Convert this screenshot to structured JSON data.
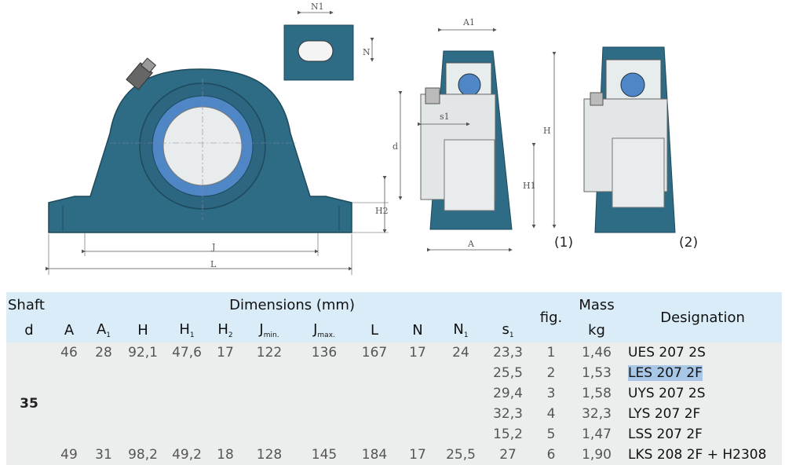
{
  "drawing": {
    "dim_labels": {
      "N1": "N1",
      "N": "N",
      "A1": "A1",
      "s1": "s1",
      "d": "d",
      "H": "H",
      "H1": "H1",
      "H2": "H2",
      "J": "J",
      "L": "L",
      "A": "A"
    },
    "fig1": "(1)",
    "fig2": "(2)"
  },
  "table": {
    "header": {
      "shaft": "Shaft",
      "dimensions": "Dimensions (mm)",
      "fig": "fig.",
      "mass": "Mass",
      "designation": "Designation",
      "d": "d",
      "A": "A",
      "A1_main": "A",
      "A1_sub": "1",
      "H": "H",
      "H1_main": "H",
      "H1_sub": "1",
      "H2_main": "H",
      "H2_sub": "2",
      "Jmin_main": "J",
      "Jmin_sub": "min.",
      "Jmax_main": "J",
      "Jmax_sub": "max.",
      "L": "L",
      "N": "N",
      "N1_main": "N",
      "N1_sub": "1",
      "s1_main": "s",
      "s1_sub": "1",
      "kg": "kg"
    },
    "shaft_d": "35",
    "rows": [
      {
        "A": "46",
        "A1": "28",
        "H": "92,1",
        "H1": "47,6",
        "H2": "17",
        "Jmin": "122",
        "Jmax": "136",
        "L": "167",
        "N": "17",
        "N1": "24",
        "s1": "23,3",
        "fig": "1",
        "mass": "1,46",
        "designation": "UES 207 2S"
      },
      {
        "A": "",
        "A1": "",
        "H": "",
        "H1": "",
        "H2": "",
        "Jmin": "",
        "Jmax": "",
        "L": "",
        "N": "",
        "N1": "",
        "s1": "25,5",
        "fig": "2",
        "mass": "1,53",
        "designation": "LES 207 2F"
      },
      {
        "A": "",
        "A1": "",
        "H": "",
        "H1": "",
        "H2": "",
        "Jmin": "",
        "Jmax": "",
        "L": "",
        "N": "",
        "N1": "",
        "s1": "29,4",
        "fig": "3",
        "mass": "1,58",
        "designation": "UYS 207 2S"
      },
      {
        "A": "",
        "A1": "",
        "H": "",
        "H1": "",
        "H2": "",
        "Jmin": "",
        "Jmax": "",
        "L": "",
        "N": "",
        "N1": "",
        "s1": "32,3",
        "fig": "4",
        "mass": "32,3",
        "designation": "LYS 207 2F"
      },
      {
        "A": "",
        "A1": "",
        "H": "",
        "H1": "",
        "H2": "",
        "Jmin": "",
        "Jmax": "",
        "L": "",
        "N": "",
        "N1": "",
        "s1": "15,2",
        "fig": "5",
        "mass": "1,47",
        "designation": "LSS 207 2F"
      },
      {
        "A": "49",
        "A1": "31",
        "H": "98,2",
        "H1": "49,2",
        "H2": "18",
        "Jmin": "128",
        "Jmax": "145",
        "L": "184",
        "N": "17",
        "N1": "25,5",
        "s1": "27",
        "fig": "6",
        "mass": "1,90",
        "designation": "LKS 208 2F + H2308"
      }
    ],
    "highlighted_row": 1
  }
}
